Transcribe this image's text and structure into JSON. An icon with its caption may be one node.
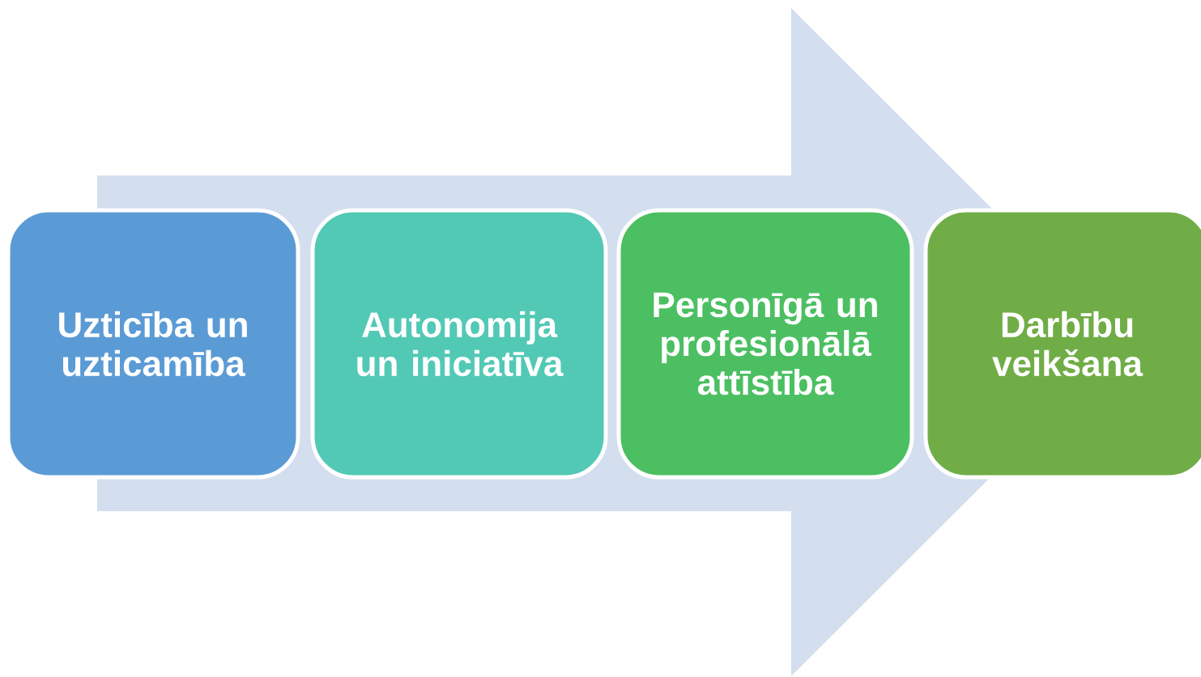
{
  "diagram": {
    "nodes": [
      {
        "text": [
          "Uzticība un uzticamība"
        ]
      },
      {
        "text": [
          "Autonomija un iniciatīva"
        ]
      },
      {
        "text": [
          "Personīgā un profesionālā attīstība"
        ]
      },
      {
        "text": [
          "Darbību veikšana"
        ]
      }
    ],
    "edges": [
      {
        "from": 0,
        "to": 3,
        "arrow": "to"
      }
    ]
  }
}
